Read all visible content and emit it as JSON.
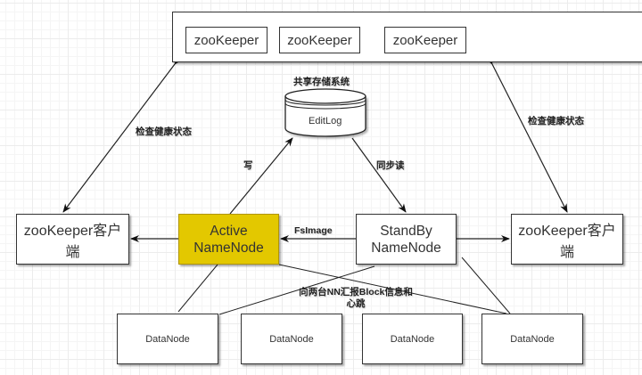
{
  "zookeeper_cluster": {
    "nodes": [
      "zooKeeper",
      "zooKeeper",
      "zooKeeper"
    ]
  },
  "shared_storage": {
    "title": "共享存储系统",
    "label": "EditLog"
  },
  "clients": {
    "left": "zooKeeper客户端",
    "right": "zooKeeper客户端"
  },
  "namenodes": {
    "active": {
      "line1": "Active",
      "line2": "NameNode",
      "color": "#e3c800"
    },
    "standby": {
      "line1": "StandBy",
      "line2": "NameNode"
    }
  },
  "datanodes": [
    "DataNode",
    "DataNode",
    "DataNode",
    "DataNode"
  ],
  "edge_labels": {
    "health_left": "检查健康状态",
    "health_right": "检查健康状态",
    "write": "写",
    "sync_read": "同步读",
    "fsimage": "FsImage",
    "report_line1": "向两台NN汇报Block信息和",
    "report_line2": "心跳"
  }
}
